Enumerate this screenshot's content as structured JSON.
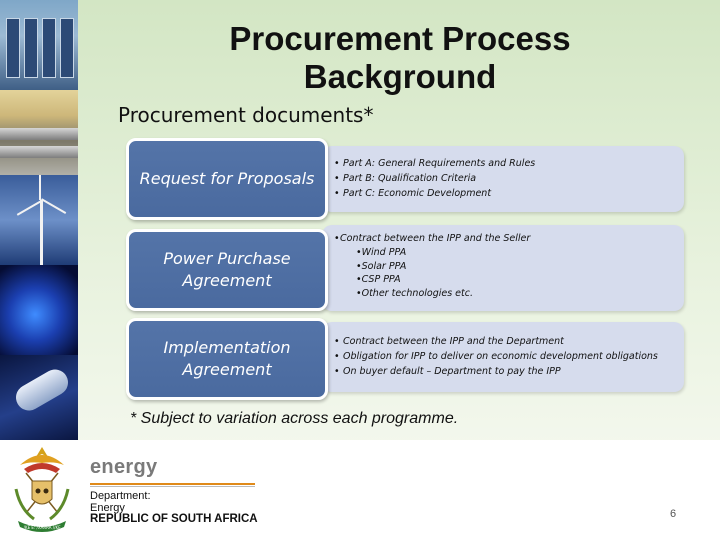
{
  "slide": {
    "title_line1": "Procurement Process",
    "title_line2": "Background",
    "subtitle": "Procurement documents*",
    "rows": [
      {
        "label": "Request for Proposals",
        "items": [
          "Part A: General Requirements and Rules",
          "Part B: Qualification Criteria",
          "Part C: Economic Development"
        ]
      },
      {
        "label_line1": "Power Purchase",
        "label_line2": "Agreement",
        "items": [
          "Contract between the IPP and the Seller"
        ],
        "subitems": [
          "Wind PPA",
          "Solar PPA",
          "CSP PPA",
          "Other technologies etc."
        ]
      },
      {
        "label_line1": "Implementation",
        "label_line2": "Agreement",
        "items": [
          "Contract between the IPP and the Department",
          "Obligation for IPP to deliver on economic development obligations",
          "On buyer default – Department to pay the IPP"
        ]
      }
    ],
    "note": "* Subject to variation across each programme.",
    "bullet_char": "•"
  },
  "footer": {
    "energy": "energy",
    "dept_line1": "Department:",
    "dept_line2": "Energy",
    "dept_line3": "REPUBLIC OF SOUTH AFRICA",
    "page_number": "6"
  },
  "colors": {
    "left_box": "#4a6a9f",
    "right_box": "#d6dced",
    "background": "#d3e6c4",
    "energy_text": "#7a7a7a",
    "accent_line": "#e08a1a"
  },
  "icons": [
    "solar-panel-photo",
    "pipeline-photo",
    "wind-turbine-photo",
    "gas-flame-photo",
    "tube-photo",
    "coat-of-arms-logo"
  ]
}
